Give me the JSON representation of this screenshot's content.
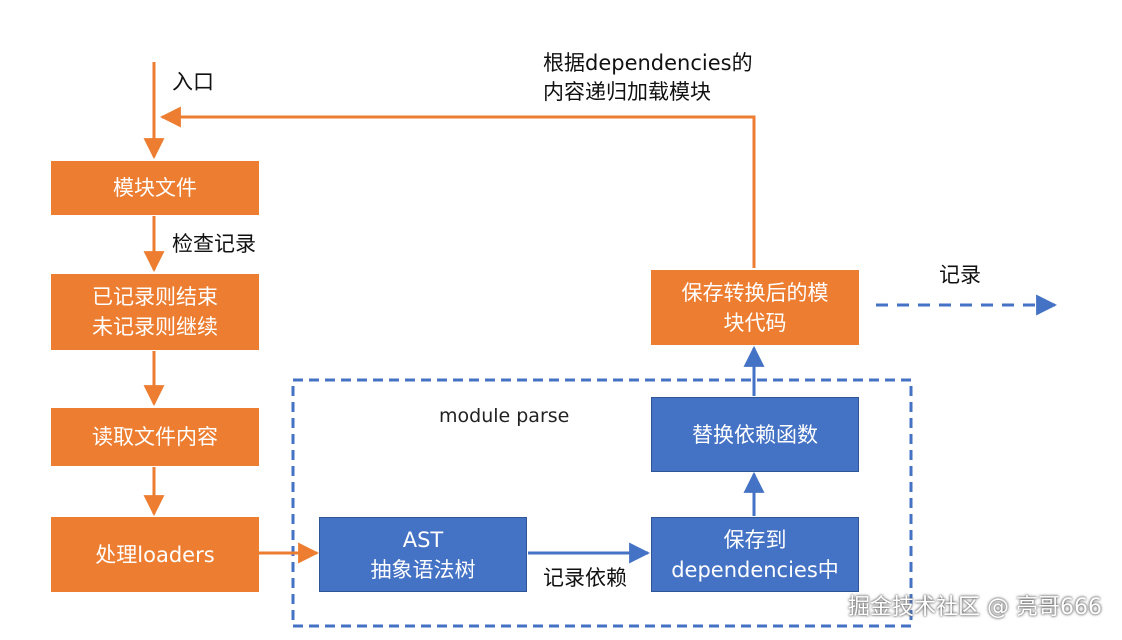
{
  "nodes": {
    "module_file": "模块文件",
    "check_result": [
      "已记录则结束",
      "未记录则继续"
    ],
    "read_file": "读取文件内容",
    "loaders": "处理loaders",
    "ast": [
      "AST",
      "抽象语法树"
    ],
    "save_deps": [
      "保存到",
      "dependencies中"
    ],
    "replace_deps": "替换依赖函数",
    "save_code": [
      "保存转换后的模",
      "块代码"
    ]
  },
  "labels": {
    "entry": "入口",
    "check_record": "检查记录",
    "record_deps": "记录依赖",
    "record": "记录",
    "recursive_load": [
      "根据dependencies的",
      "内容递归加载模块"
    ]
  },
  "group": {
    "label": "module parse"
  },
  "watermark": "掘金技术社区 @ 亮哥666",
  "colors": {
    "orange": "#ED7D31",
    "blue": "#4472C4",
    "dashed_border": "#4472C4"
  }
}
